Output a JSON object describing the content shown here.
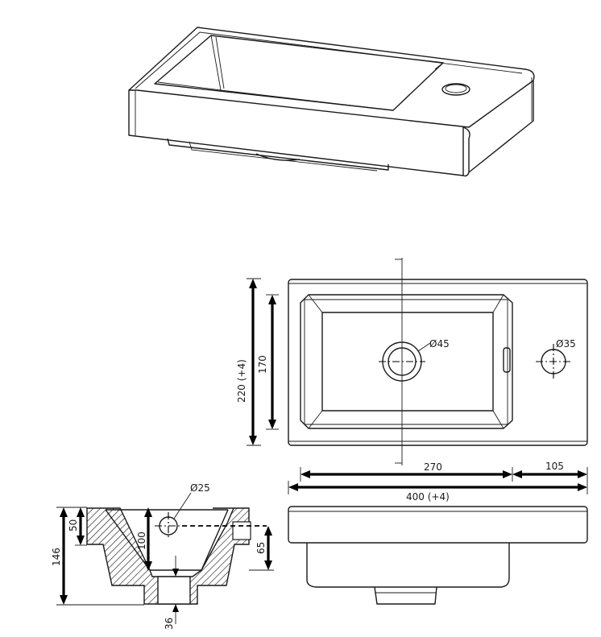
{
  "dimensions": {
    "plan_height_total": "220 (+4)",
    "plan_height_inner": "170",
    "width_bowl": "270",
    "width_deck": "105",
    "width_total": "400 (+4)",
    "drain_diameter": "Ø45",
    "tap_hole_diameter": "Ø35",
    "overflow_diameter": "Ø25",
    "section_height_total": "146",
    "section_rim": "50",
    "section_depth": "100",
    "section_overflow_height": "65",
    "section_waste_height": "36"
  }
}
